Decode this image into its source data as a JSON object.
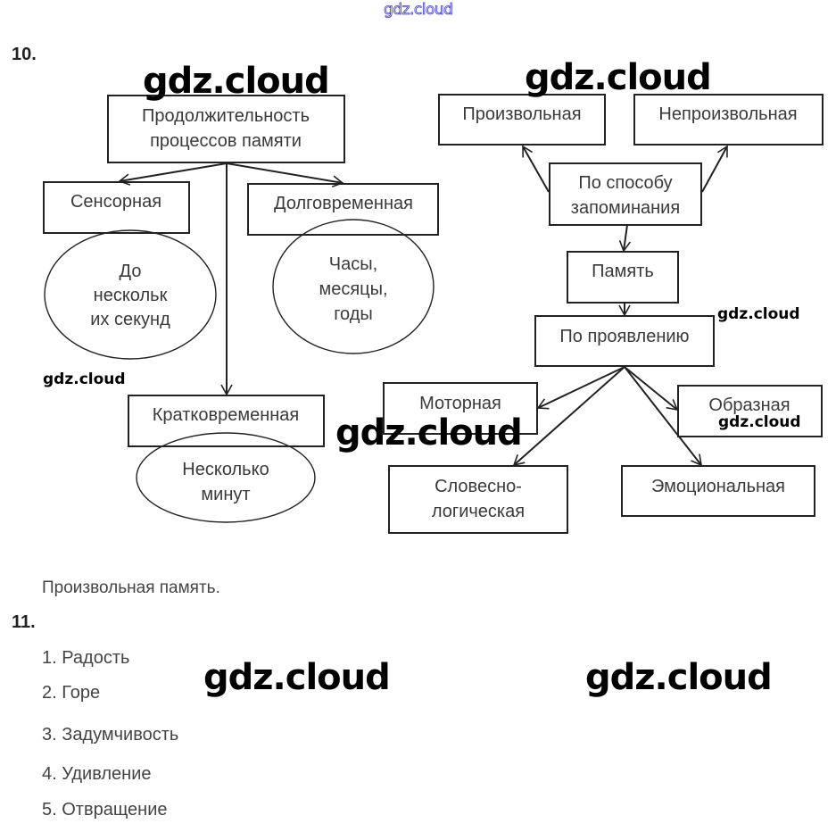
{
  "header": {
    "watermark": "gdz.cloud"
  },
  "task10": {
    "number": "10.",
    "left_diagram": {
      "root": [
        "Продолжительность",
        "процессов памяти"
      ],
      "sensory": {
        "label": "Сенсорная",
        "duration": [
          "До",
          "нескольк",
          "их секунд"
        ]
      },
      "long_term": {
        "label": "Долговременная",
        "duration": [
          "Часы,",
          "месяцы,",
          "годы"
        ]
      },
      "short_term": {
        "label": "Кратковременная",
        "duration": [
          "Несколько",
          "минут"
        ]
      }
    },
    "right_diagram": {
      "voluntary": "Произвольная",
      "involuntary": "Непроизвольная",
      "by_method": [
        "По способу",
        "запоминания"
      ],
      "memory": "Память",
      "by_manifestation": "По проявлению",
      "motor": "Моторная",
      "figurative": "Образная",
      "verbal_logical": [
        "Словесно-",
        "логическая"
      ],
      "emotional": "Эмоциональная"
    },
    "answer": "Произвольная память."
  },
  "task11": {
    "number": "11.",
    "items": [
      "1. Радость",
      "2. Горе",
      "3. Задумчивость",
      "4. Удивление",
      "5. Отвращение"
    ]
  },
  "watermarks": {
    "big": "gdz.cloud",
    "small": "gdz.cloud"
  }
}
